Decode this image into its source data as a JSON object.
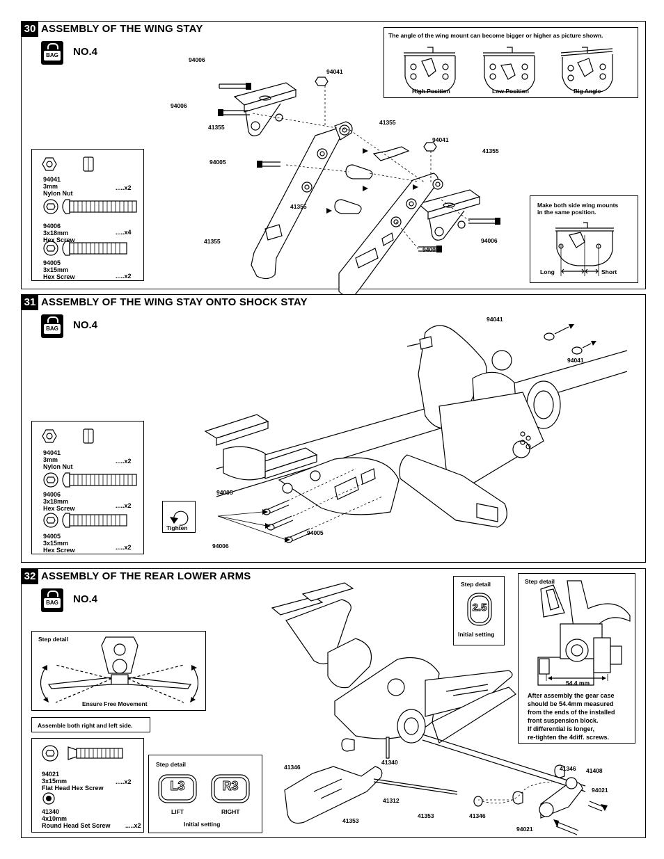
{
  "badge": {
    "bag_label": "BAG",
    "bag_no": "NO.4"
  },
  "step30": {
    "number": "30",
    "title": "ASSEMBLY OF THE WING STAY",
    "angle_note": "The angle of the wing mount can become bigger or higher as picture shown.",
    "positions": [
      "High Position",
      "Low Position",
      "Big Angle"
    ],
    "side_note_line1": "Make both side wing mounts",
    "side_note_line2": "in the same position.",
    "long_label": "Long",
    "short_label": "Short",
    "callouts": {
      "c94006a": "94006",
      "c94041a": "94041",
      "c94006b": "94006",
      "c41355a": "41355",
      "c41355b": "41355",
      "c94041b": "94041",
      "c41355c": "41355",
      "c94005a": "94005",
      "c41355d": "41355",
      "c41355e": "41355",
      "c94005b": "94005",
      "c94006c": "94006"
    },
    "parts": [
      {
        "code": "94041",
        "line1": "3mm",
        "line2": "Nylon Nut",
        "qty": ".....x2"
      },
      {
        "code": "94006",
        "line1": "3x18mm",
        "line2": "Hex Screw",
        "qty": ".....x4"
      },
      {
        "code": "94005",
        "line1": "3x15mm",
        "line2": "Hex Screw",
        "qty": ".....x2"
      }
    ]
  },
  "step31": {
    "number": "31",
    "title": "ASSEMBLY OF THE WING STAY ONTO SHOCK STAY",
    "tighten": "Tighten",
    "callouts": {
      "c94041a": "94041",
      "c94041b": "94041",
      "c94005a": "94005",
      "c94005b": "94005",
      "c94006": "94006"
    },
    "parts": [
      {
        "code": "94041",
        "line1": "3mm",
        "line2": "Nylon Nut",
        "qty": ".....x2"
      },
      {
        "code": "94006",
        "line1": "3x18mm",
        "line2": "Hex Screw",
        "qty": ".....x2"
      },
      {
        "code": "94005",
        "line1": "3x15mm",
        "line2": "Hex Screw",
        "qty": ".....x2"
      }
    ]
  },
  "step32": {
    "number": "32",
    "title": "ASSEMBLY OF THE REAR LOWER ARMS",
    "step_detail": "Step detail",
    "free_movement": "Ensure Free Movement",
    "both_sides": "Assemble both right and left side.",
    "initial_setting": "Initial  setting",
    "badge_25": "2.5",
    "l3": "L3",
    "r3": "R3",
    "lift": "LIFT",
    "right": "RIGHT",
    "measure": "54.4 mm",
    "note_lines": [
      "After assembly the gear case",
      "should be 54.4mm measured",
      "from the ends of the installed",
      "front suspension block.",
      "If differential is longer,",
      "re-tighten  the 4diff.  screws."
    ],
    "callouts": {
      "c41346a": "41346",
      "c41340": "41340",
      "c41353a": "41353",
      "c41312": "41312",
      "c41353b": "41353",
      "c41346b": "41346",
      "c41346c": "41346",
      "c41408": "41408",
      "c94021a": "94021",
      "c94021b": "94021"
    },
    "parts": [
      {
        "code": "94021",
        "line1": "3x15mm",
        "line2": "Flat Head Hex Screw",
        "qty": ".....x2"
      },
      {
        "code": "41340",
        "line1": "4x10mm",
        "line2": "Round Head Set Screw",
        "qty": ".....x2"
      }
    ]
  }
}
